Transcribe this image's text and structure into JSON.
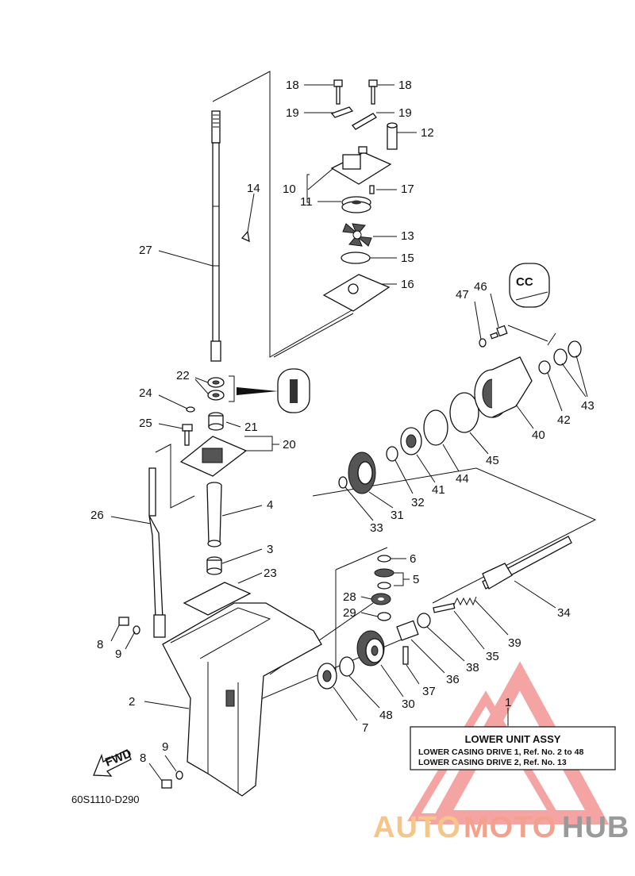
{
  "diagram_code": "60S1110-D290",
  "fwd_label": "FWD",
  "cc_label": "CC",
  "part_numbers": [
    {
      "id": "p18a",
      "label": "18"
    },
    {
      "id": "p18b",
      "label": "18"
    },
    {
      "id": "p19a",
      "label": "19"
    },
    {
      "id": "p19b",
      "label": "19"
    },
    {
      "id": "p12",
      "label": "12"
    },
    {
      "id": "p10",
      "label": "10"
    },
    {
      "id": "p11",
      "label": "11"
    },
    {
      "id": "p17",
      "label": "17"
    },
    {
      "id": "p14",
      "label": "14"
    },
    {
      "id": "p13",
      "label": "13"
    },
    {
      "id": "p15",
      "label": "15"
    },
    {
      "id": "p16",
      "label": "16"
    },
    {
      "id": "p27",
      "label": "27"
    },
    {
      "id": "p46",
      "label": "46"
    },
    {
      "id": "p47",
      "label": "47"
    },
    {
      "id": "p22",
      "label": "22"
    },
    {
      "id": "p24",
      "label": "24"
    },
    {
      "id": "p21",
      "label": "21"
    },
    {
      "id": "p25",
      "label": "25"
    },
    {
      "id": "p20",
      "label": "20"
    },
    {
      "id": "p42",
      "label": "42"
    },
    {
      "id": "p43",
      "label": "43"
    },
    {
      "id": "p40",
      "label": "40"
    },
    {
      "id": "p45",
      "label": "45"
    },
    {
      "id": "p44",
      "label": "44"
    },
    {
      "id": "p41",
      "label": "41"
    },
    {
      "id": "p32",
      "label": "32"
    },
    {
      "id": "p31",
      "label": "31"
    },
    {
      "id": "p33",
      "label": "33"
    },
    {
      "id": "p26",
      "label": "26"
    },
    {
      "id": "p4",
      "label": "4"
    },
    {
      "id": "p3",
      "label": "3"
    },
    {
      "id": "p23",
      "label": "23"
    },
    {
      "id": "p6",
      "label": "6"
    },
    {
      "id": "p5",
      "label": "5"
    },
    {
      "id": "p28",
      "label": "28"
    },
    {
      "id": "p29",
      "label": "29"
    },
    {
      "id": "p34",
      "label": "34"
    },
    {
      "id": "p8a",
      "label": "8"
    },
    {
      "id": "p9a",
      "label": "9"
    },
    {
      "id": "p39",
      "label": "39"
    },
    {
      "id": "p35",
      "label": "35"
    },
    {
      "id": "p38",
      "label": "38"
    },
    {
      "id": "p36",
      "label": "36"
    },
    {
      "id": "p37",
      "label": "37"
    },
    {
      "id": "p30",
      "label": "30"
    },
    {
      "id": "p2",
      "label": "2"
    },
    {
      "id": "p48",
      "label": "48"
    },
    {
      "id": "p7",
      "label": "7"
    },
    {
      "id": "p1",
      "label": "1"
    },
    {
      "id": "p9b",
      "label": "9"
    },
    {
      "id": "p8b",
      "label": "8"
    }
  ],
  "legend_box": {
    "title": "LOWER UNIT ASSY",
    "line1": "LOWER CASING DRIVE 1,  Ref. No. 2 to 48",
    "line2": "LOWER CASING DRIVE 2,  Ref. No. 13"
  },
  "watermark": {
    "part1": "AUTO",
    "part2": "MOTO",
    "part3": "HUB",
    "colors": {
      "auto": "#f5c58a",
      "moto": "#f3a08c",
      "hub": "#9a9a9a",
      "triangle": "#ee5a5a"
    }
  }
}
